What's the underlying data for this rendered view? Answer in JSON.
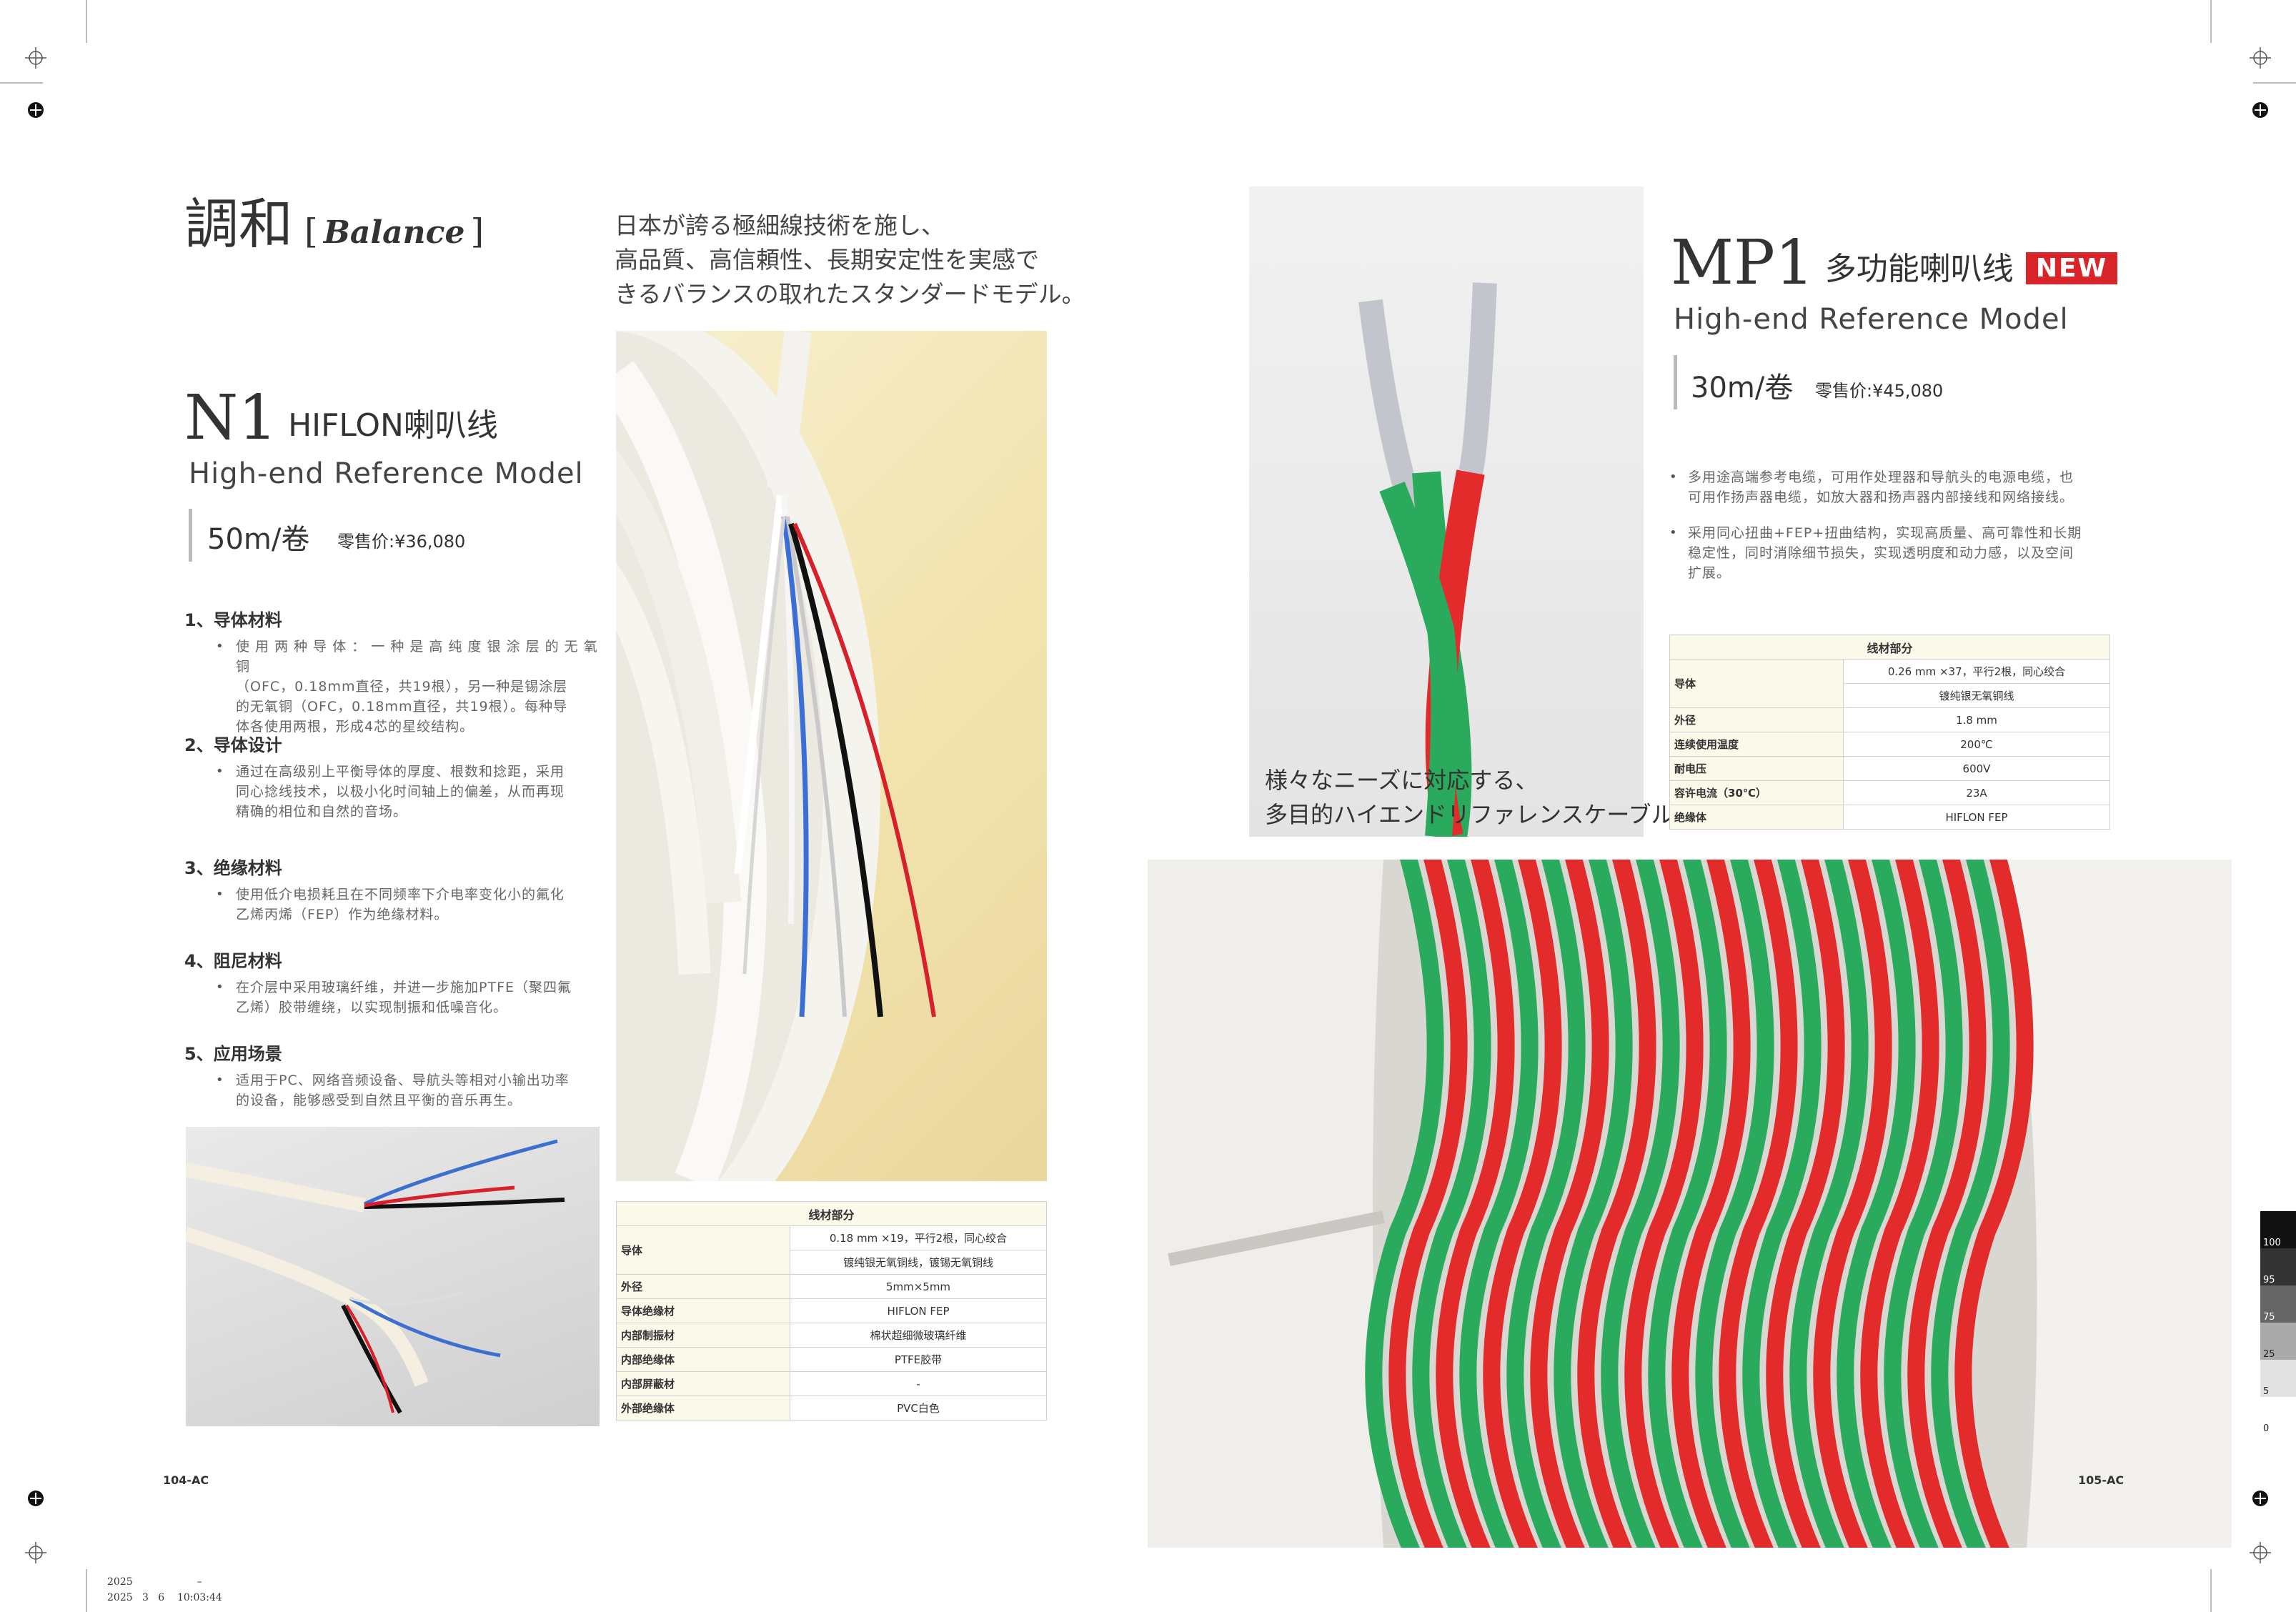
{
  "left": {
    "title_cn": "調和",
    "title_en": "Balance",
    "title_bracket_open": "[",
    "title_bracket_close": "]",
    "jp_tagline": [
      "日本が誇る極細線技術を施し、",
      "高品質、高信頼性、長期安定性を実感で",
      "きるバランスの取れたスタンダードモデル。"
    ],
    "model": "N1",
    "model_cn": "HIFLON喇叭线",
    "subtitle": "High-end Reference Model",
    "length": "50m/卷",
    "price": "零售价:¥36,080",
    "sections": [
      {
        "heading": "1、导体材料",
        "text": [
          "使 用 两 种 导 体 ： 一 种 是 高 纯 度 银 涂 层 的 无 氧 铜",
          "（OFC，0.18mm直径，共19根），另一种是锡涂层",
          "的无氧铜（OFC，0.18mm直径，共19根）。每种导",
          "体各使用两根，形成4芯的星绞结构。"
        ]
      },
      {
        "heading": "2、导体设计",
        "text": [
          "通过在高级别上平衡导体的厚度、根数和捻距，采用",
          "同心捻线技术，以极小化时间轴上的偏差，从而再现",
          "精确的相位和自然的音场。"
        ]
      },
      {
        "heading": "3、绝缘材料",
        "text": [
          "使用低介电损耗且在不同频率下介电率变化小的氟化",
          "乙烯丙烯（FEP）作为绝缘材料。"
        ]
      },
      {
        "heading": "4、阻尼材料",
        "text": [
          "在介层中采用玻璃纤维，并进一步施加PTFE（聚四氟",
          "乙烯）胶带缠绕，以实现制振和低噪音化。"
        ]
      },
      {
        "heading": "5、应用场景",
        "text": [
          "适用于PC、网络音频设备、导航头等相对小输出功率",
          "的设备，能够感受到自然且平衡的音乐再生。"
        ]
      }
    ],
    "bullet_char": "•",
    "table_title": "线材部分",
    "table": [
      {
        "k": "导体",
        "v": [
          "0.18 mm ×19，平行2根，同心绞合",
          "镀纯银无氧铜线，镀锡无氧铜线"
        ]
      },
      {
        "k": "外径",
        "v": [
          "5mm×5mm"
        ]
      },
      {
        "k": "导体绝缘材",
        "v": [
          "HIFLON FEP"
        ]
      },
      {
        "k": "内部制振材",
        "v": [
          "棉状超细微玻璃纤维"
        ]
      },
      {
        "k": "内部绝缘体",
        "v": [
          "PTFE胶带"
        ]
      },
      {
        "k": "内部屏蔽材",
        "v": [
          "-"
        ]
      },
      {
        "k": "外部绝缘体",
        "v": [
          "PVC白色"
        ]
      }
    ],
    "page_no": "104-AC"
  },
  "right": {
    "model": "MP1",
    "model_cn": "多功能喇叭线",
    "badge": "NEW",
    "subtitle": "High-end Reference Model",
    "length": "30m/卷",
    "price": "零售价:¥45,080",
    "jp_caption": [
      "様々なニーズに対応する、",
      "多目的ハイエンドリファレンスケーブル。"
    ],
    "bullets": [
      [
        "多用途高端参考电缆，可用作处理器和导航头的电源电缆，也",
        "可用作扬声器电缆，如放大器和扬声器内部接线和网络接线。"
      ],
      [
        "采用同心扭曲+FEP+扭曲结构，实现高质量、高可靠性和长期",
        "稳定性，同时消除细节损失，实现透明度和动力感，以及空间",
        "扩展。"
      ]
    ],
    "bullet_char": "•",
    "table_title": "线材部分",
    "table": [
      {
        "k": "导体",
        "v": [
          "0.26 mm ×37，平行2根，同心绞合",
          "镀纯银无氧铜线"
        ]
      },
      {
        "k": "外径",
        "v": [
          "1.8 mm"
        ]
      },
      {
        "k": "连续使用温度",
        "v": [
          "200℃"
        ]
      },
      {
        "k": "耐电压",
        "v": [
          "600V"
        ]
      },
      {
        "k": "容许电流（30℃）",
        "v": [
          "23A"
        ]
      },
      {
        "k": "绝缘体",
        "v": [
          "HIFLON FEP"
        ]
      }
    ],
    "page_no": "105-AC"
  },
  "grayscale": [
    "100",
    "95",
    "75",
    "25",
    "5",
    "0"
  ],
  "footer": {
    "line1": "2025",
    "dash": "–",
    "line2": "2025   3   6    10:03:44"
  },
  "colors": {
    "badge": "#d9252a",
    "table_head": "#fbf9ea",
    "cable_red": "#e32b2b",
    "cable_green": "#2aaa5c",
    "spool_yellow": "#f4e6b0"
  }
}
